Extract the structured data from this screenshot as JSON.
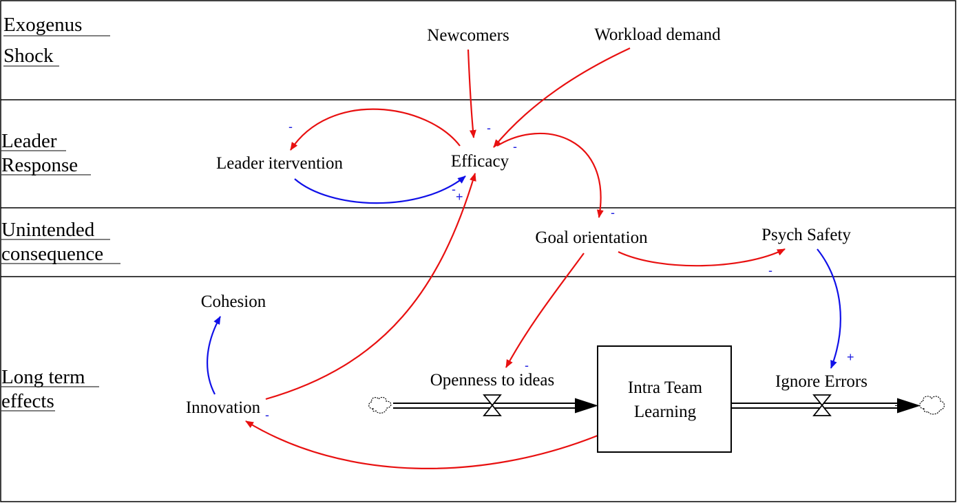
{
  "colors": {
    "negative_link": "#e81010",
    "positive_link": "#1010e8",
    "polarity_text": "#1a1ae0",
    "border": "#000000",
    "background": "#ffffff"
  },
  "rows": [
    {
      "line1": "Exogenus",
      "line2": "Shock"
    },
    {
      "line1": "Leader",
      "line2": "Response"
    },
    {
      "line1": "Unintended",
      "line2": "consequence"
    },
    {
      "line1": "Long term",
      "line2": "effects"
    }
  ],
  "variables": {
    "newcomers": "Newcomers",
    "workload_demand": "Workload demand",
    "leader_intervention": "Leader itervention",
    "efficacy": "Efficacy",
    "goal_orientation": "Goal orientation",
    "psych_safety": "Psych Safety",
    "cohesion": "Cohesion",
    "innovation": "Innovation",
    "openness_to_ideas": "Openness to ideas",
    "ignore_errors": "Ignore Errors"
  },
  "stock": {
    "line1": "Intra Team",
    "line2": "Learning"
  },
  "polarities": {
    "efficacy_to_leader": "-",
    "newcomers_to_efficacy": "-",
    "workload_to_efficacy": "-",
    "leader_to_efficacy_a": "-",
    "leader_to_efficacy_b": "+",
    "efficacy_to_goal": "-",
    "goal_to_psych": "-",
    "goal_to_openness": "-",
    "psych_to_ignore": "+",
    "innovation_to_efficacy": "-"
  }
}
